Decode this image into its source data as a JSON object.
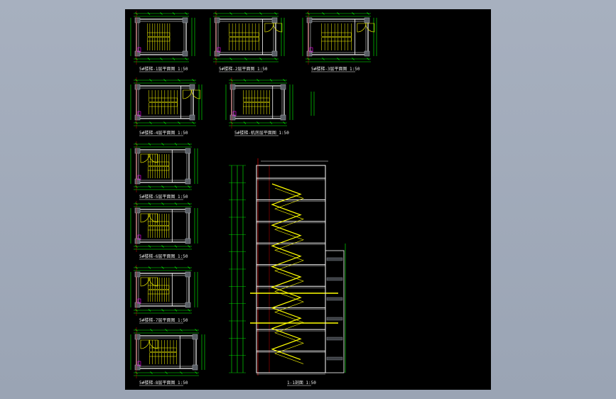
{
  "viewer": {
    "background_color": "#a3acbb",
    "sheet_color": "#000000"
  },
  "drawing": {
    "layer_colors": {
      "wall": "#ffffff",
      "dimension": "#00ff00",
      "stair": "#ffff00",
      "axis": "#ff0000",
      "door": "#ffff00",
      "column": "#9aa0a6",
      "section_wall": "#00c0ff",
      "magenta": "#ff00ff"
    },
    "plans": [
      {
        "id": "plan-1",
        "title": "5#楼梯-1层平面图 1:50"
      },
      {
        "id": "plan-2",
        "title": "5#楼梯-2层平面图 1:50"
      },
      {
        "id": "plan-3",
        "title": "5#楼梯-3层平面图 1:50"
      },
      {
        "id": "plan-4",
        "title": "5#楼梯-4层平面图 1:50"
      },
      {
        "id": "plan-5",
        "title": "5#楼梯-机房层平面图 1:50"
      },
      {
        "id": "plan-6",
        "title": "5#楼梯-5层平面图 1:50"
      },
      {
        "id": "plan-7",
        "title": "5#楼梯-6层平面图 1:50"
      },
      {
        "id": "plan-8",
        "title": "5#楼梯-7层平面图 1:50"
      },
      {
        "id": "plan-9",
        "title": "5#楼梯-8层平面图 1:50"
      }
    ],
    "section": {
      "title": "1-1剖面 1:50"
    }
  }
}
